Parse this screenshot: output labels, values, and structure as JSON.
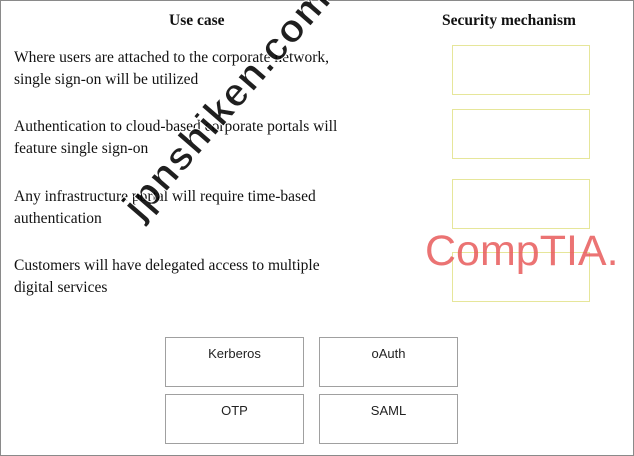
{
  "headers": {
    "use_case": "Use case",
    "security_mechanism": "Security mechanism"
  },
  "use_cases": [
    {
      "line1": "Where users are attached to the corporate network,",
      "line2": "single sign-on will be utilized"
    },
    {
      "line1": "Authentication to cloud-based corporate portals will",
      "line2": "feature single sign-on"
    },
    {
      "line1": "Any infrastructure portal will require time-based",
      "line2": "authentication"
    },
    {
      "line1": "Customers will have delegated access to multiple",
      "line2": "digital services"
    }
  ],
  "options": [
    "Kerberos",
    "oAuth",
    "OTP",
    "SAML"
  ],
  "watermark": "jpnshiken.com",
  "logo": "CompTIA."
}
